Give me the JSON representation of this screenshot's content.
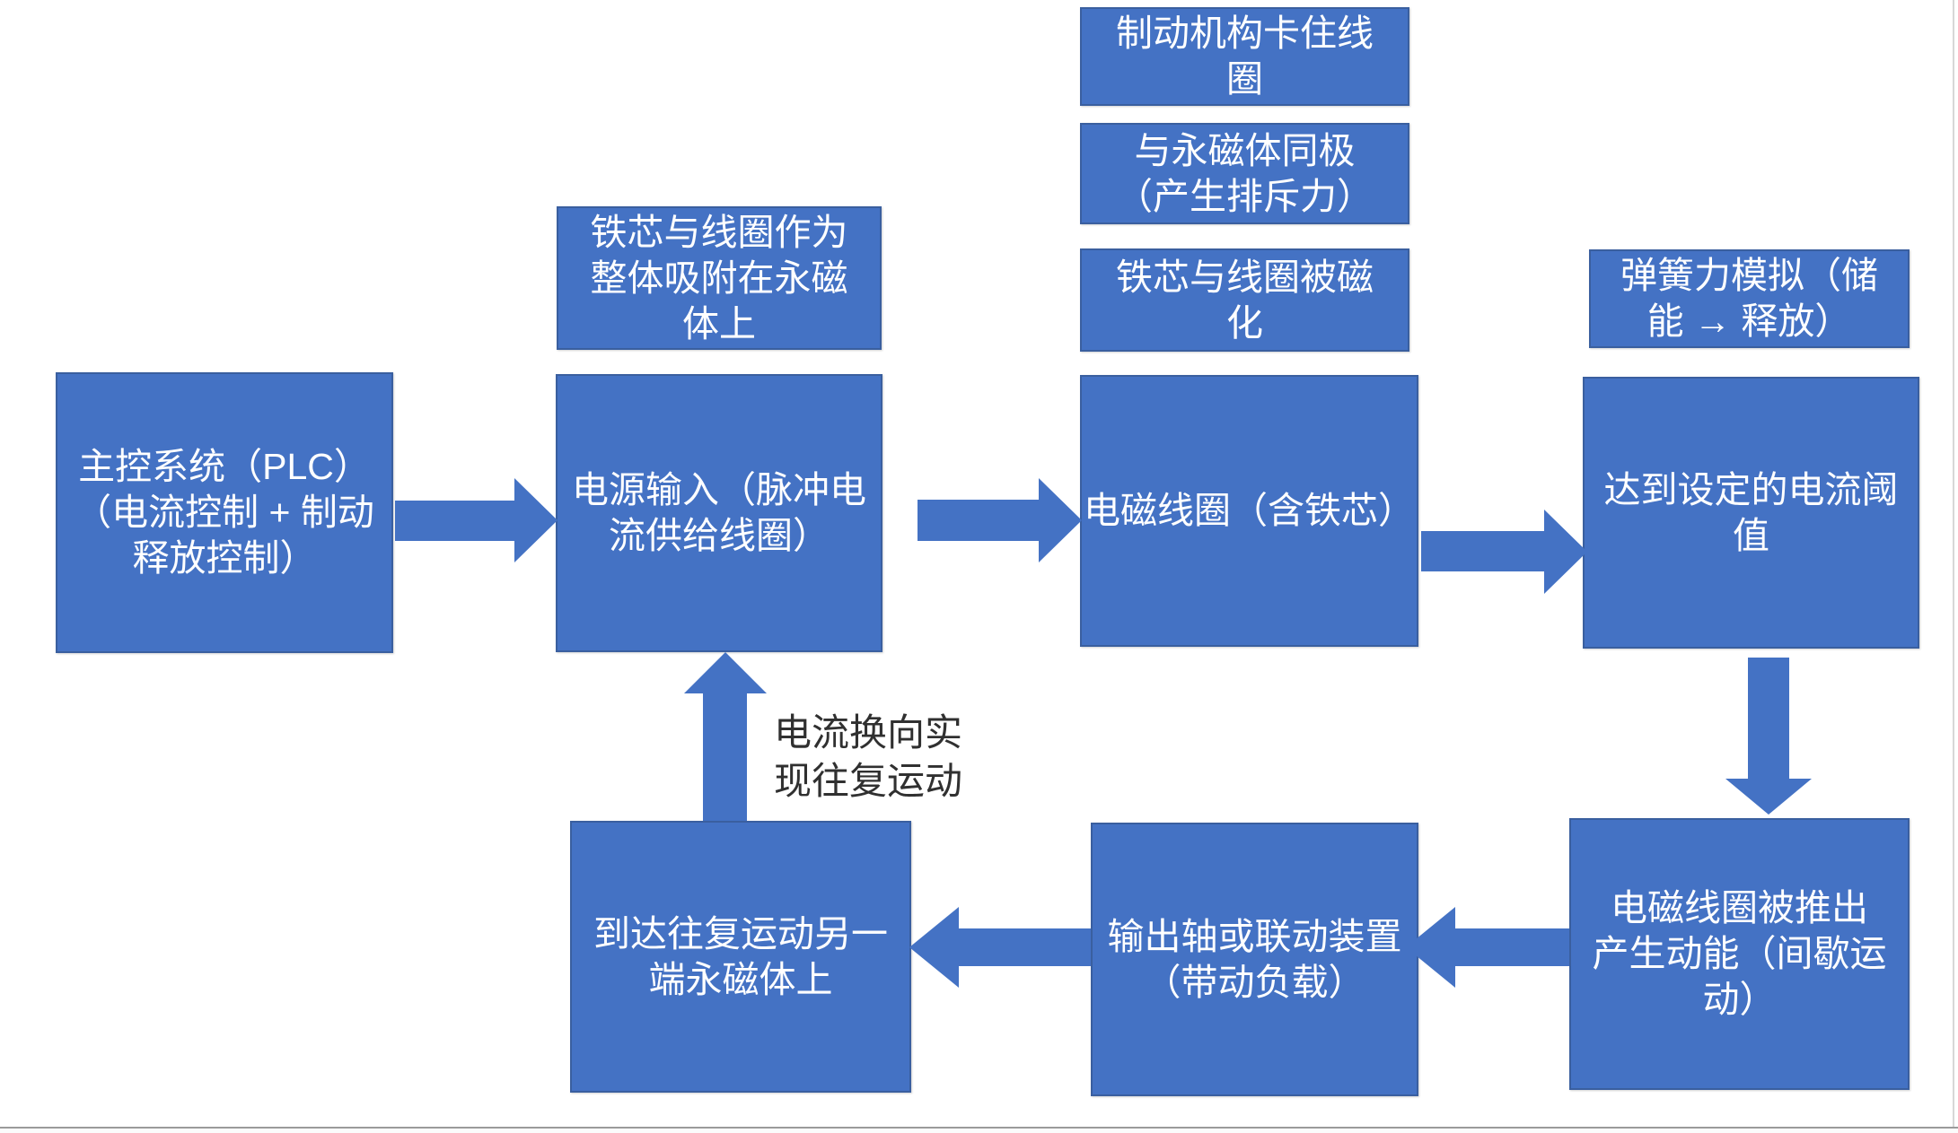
{
  "diagram": {
    "type": "flowchart",
    "colors": {
      "node_fill": "#4472C4",
      "node_border": "#3a5f9f",
      "node_text": "#ffffff",
      "label_text": "#303030"
    },
    "nodes": {
      "brake": {
        "label": "制动机构卡住线\n圈"
      },
      "same_pole": {
        "label": "与永磁体同极\n（产生排斥力）"
      },
      "magnetized": {
        "label": "铁芯与线圈被磁\n化"
      },
      "core_adsorbed": {
        "label": "铁芯与线圈作为\n整体吸附在永磁\n体上"
      },
      "spring": {
        "label": "弹簧力模拟（储\n能 → 释放）"
      },
      "plc": {
        "label": "主控系统（PLC）\n（电流控制 + 制动\n释放控制）"
      },
      "power_input": {
        "label": "电源输入（脉冲电\n流供给线圈）"
      },
      "coil": {
        "label": "电磁线圈（含铁芯）"
      },
      "threshold": {
        "label": "达到设定的电流阈\n值"
      },
      "pushed_out": {
        "label": "电磁线圈被推出\n产生动能（间歇运\n动）"
      },
      "output_shaft": {
        "label": "输出轴或联动装置\n（带动负载）"
      },
      "reach_end": {
        "label": "到达往复运动另一\n端永磁体上"
      }
    },
    "flow_label": "电流换向实\n现往复运动",
    "connections": [
      {
        "from": "plc",
        "to": "power_input",
        "direction": "right"
      },
      {
        "from": "power_input",
        "to": "coil",
        "direction": "right"
      },
      {
        "from": "coil",
        "to": "threshold",
        "direction": "right"
      },
      {
        "from": "threshold",
        "to": "pushed_out",
        "direction": "down"
      },
      {
        "from": "pushed_out",
        "to": "output_shaft",
        "direction": "left"
      },
      {
        "from": "output_shaft",
        "to": "reach_end",
        "direction": "left"
      },
      {
        "from": "reach_end",
        "to": "power_input",
        "direction": "up",
        "label": "电流换向实现往复运动"
      }
    ]
  }
}
